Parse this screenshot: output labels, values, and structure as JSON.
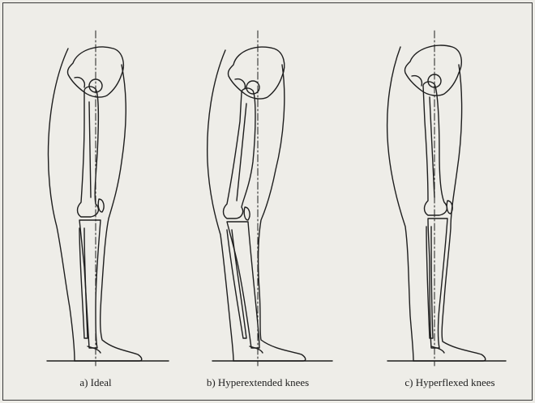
{
  "figure": {
    "panels": [
      {
        "id": "a",
        "caption": "a) Ideal"
      },
      {
        "id": "b",
        "caption": "b) Hyperextended knees"
      },
      {
        "id": "c",
        "caption": "c) Hyperflexed knees"
      }
    ]
  },
  "colors": {
    "background": "#eeede8",
    "line": "#1e1e1e"
  }
}
